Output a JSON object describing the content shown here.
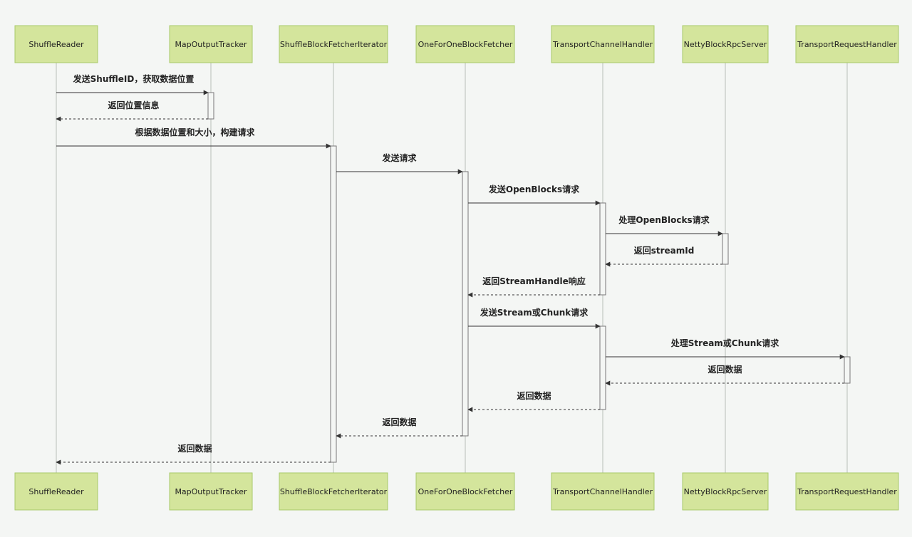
{
  "diagram": {
    "actors": [
      {
        "id": "sr",
        "label": "ShuffleReader"
      },
      {
        "id": "mot",
        "label": "MapOutputTracker"
      },
      {
        "id": "sbfi",
        "label": "ShuffleBlockFetcherIterator"
      },
      {
        "id": "oobf",
        "label": "OneForOneBlockFetcher"
      },
      {
        "id": "tch",
        "label": "TransportChannelHandler"
      },
      {
        "id": "nbrs",
        "label": "NettyBlockRpcServer"
      },
      {
        "id": "trh",
        "label": "TransportRequestHandler"
      }
    ],
    "messages": [
      {
        "from": "sr",
        "to": "mot",
        "label": "发送ShuffleID，获取数据位置",
        "kind": "sync"
      },
      {
        "from": "mot",
        "to": "sr",
        "label": "返回位置信息",
        "kind": "return"
      },
      {
        "from": "sr",
        "to": "sbfi",
        "label": "根据数据位置和大小，构建请求",
        "kind": "sync"
      },
      {
        "from": "sbfi",
        "to": "oobf",
        "label": "发送请求",
        "kind": "sync"
      },
      {
        "from": "oobf",
        "to": "tch",
        "label": "发送OpenBlocks请求",
        "kind": "sync"
      },
      {
        "from": "tch",
        "to": "nbrs",
        "label": "处理OpenBlocks请求",
        "kind": "sync"
      },
      {
        "from": "nbrs",
        "to": "tch",
        "label": "返回streamId",
        "kind": "return"
      },
      {
        "from": "tch",
        "to": "oobf",
        "label": "返回StreamHandle响应",
        "kind": "return"
      },
      {
        "from": "oobf",
        "to": "tch",
        "label": "发送Stream或Chunk请求",
        "kind": "sync"
      },
      {
        "from": "tch",
        "to": "trh",
        "label": "处理Stream或Chunk请求",
        "kind": "sync"
      },
      {
        "from": "trh",
        "to": "tch",
        "label": "返回数据",
        "kind": "return"
      },
      {
        "from": "tch",
        "to": "oobf",
        "label": "返回数据",
        "kind": "return"
      },
      {
        "from": "oobf",
        "to": "sbfi",
        "label": "返回数据",
        "kind": "return"
      },
      {
        "from": "sbfi",
        "to": "sr",
        "label": "返回数据",
        "kind": "return"
      }
    ],
    "activations": [
      {
        "actor": "mot",
        "from_msg": 0,
        "to_msg": 1
      },
      {
        "actor": "sbfi",
        "from_msg": 2,
        "to_msg": 13
      },
      {
        "actor": "oobf",
        "from_msg": 3,
        "to_msg": 12
      },
      {
        "actor": "tch",
        "from_msg": 4,
        "to_msg": 7
      },
      {
        "actor": "nbrs",
        "from_msg": 5,
        "to_msg": 6
      },
      {
        "actor": "tch",
        "from_msg": 8,
        "to_msg": 11
      },
      {
        "actor": "trh",
        "from_msg": 9,
        "to_msg": 10
      }
    ]
  }
}
